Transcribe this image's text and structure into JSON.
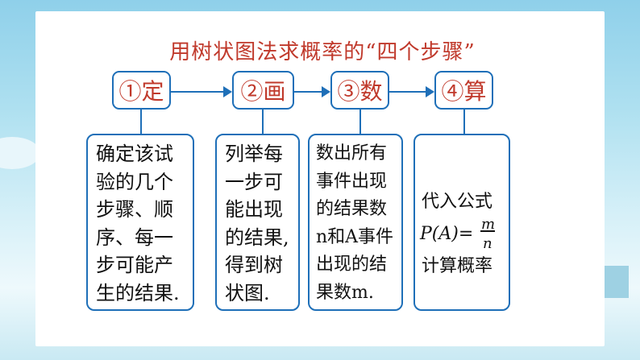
{
  "title": "用树状图法求概率的“四个步骤”",
  "steps": [
    {
      "label": "①定"
    },
    {
      "label": "②画"
    },
    {
      "label": "③数"
    },
    {
      "label": "④算"
    }
  ],
  "box1": {
    "lines": [
      "确定该试",
      "验的几个",
      "步骤、顺",
      "序、每一",
      "步可能产",
      "生的结果."
    ]
  },
  "box2": {
    "lines": [
      "列举每",
      "一步可",
      "能出现",
      "的结果,",
      "得到树",
      "状图."
    ]
  },
  "box3": {
    "lines": [
      "数出所有",
      "事件出现",
      "的结果数",
      "n和A事件",
      "出现的结",
      "果数m."
    ]
  },
  "box4": {
    "line1": "代入公式",
    "formula_lhs": "P(A)=",
    "numerator": "m",
    "denominator": "n",
    "line3": "计算概率"
  },
  "colors": {
    "accent_red": "#c0392b",
    "border_blue": "#1e6fb8"
  }
}
